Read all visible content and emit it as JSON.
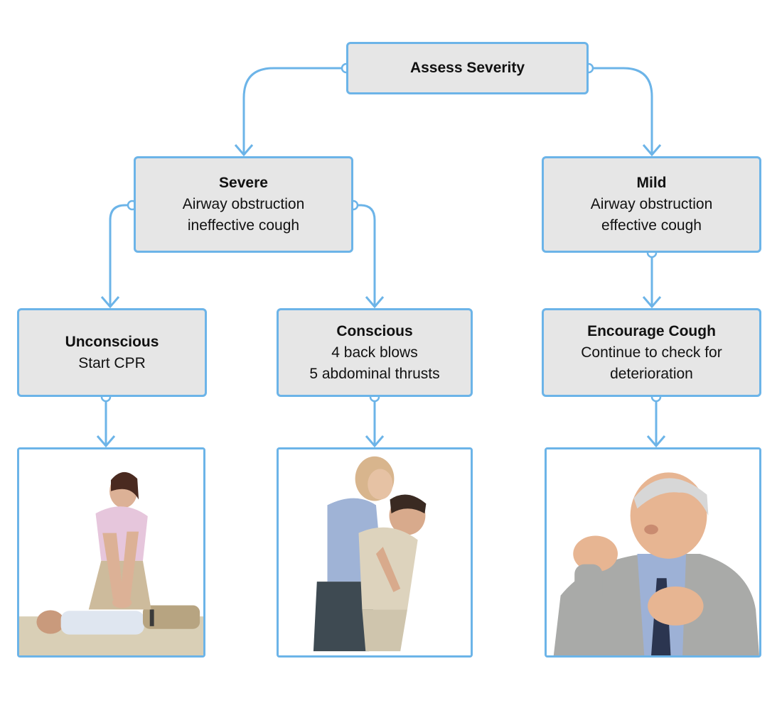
{
  "root": {
    "title": "Assess Severity"
  },
  "severe": {
    "title": "Severe",
    "lines": [
      "Airway obstruction",
      "ineffective cough"
    ]
  },
  "mild": {
    "title": "Mild",
    "lines": [
      "Airway obstruction",
      "effective cough"
    ]
  },
  "unconscious": {
    "title": "Unconscious",
    "lines": [
      "Start CPR"
    ]
  },
  "conscious": {
    "title": "Conscious",
    "lines": [
      "4 back blows",
      "5 abdominal thrusts"
    ]
  },
  "encourage": {
    "title": "Encourage Cough",
    "lines": [
      "Continue to check for",
      "deterioration"
    ]
  },
  "photos": {
    "cpr": "cpr-photo",
    "back_blows": "back-blows-photo",
    "coughing": "coughing-man-photo"
  },
  "colors": {
    "accent": "#6cb4e8",
    "box_fill": "#e6e6e6",
    "text": "#111111"
  }
}
